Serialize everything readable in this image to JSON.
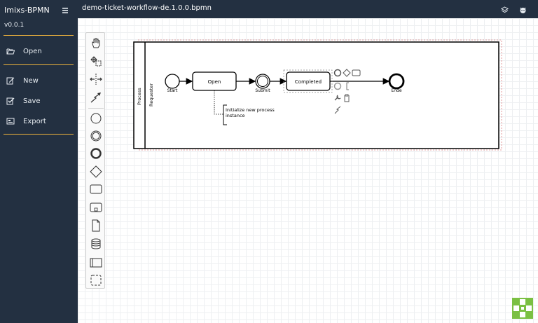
{
  "app": {
    "title": "Imixs-BPMN",
    "version": "v0.0.1",
    "accent_color": "#f0b43c",
    "sidebar_color": "#233041"
  },
  "header": {
    "file_title": "demo-ticket-workflow-de.1.0.0.bpmn",
    "icons": [
      "layers-icon",
      "github-icon"
    ]
  },
  "menu": {
    "open_label": "Open",
    "new_label": "New",
    "save_label": "Save",
    "export_label": "Export"
  },
  "palette": {
    "tools": [
      "hand-tool-icon",
      "lasso-tool-icon",
      "space-tool-icon",
      "connect-tool-icon",
      "start-event-icon",
      "intermediate-event-icon",
      "end-event-icon",
      "gateway-icon",
      "task-icon",
      "subprocess-icon",
      "data-object-icon",
      "data-store-icon",
      "participant-icon",
      "group-icon"
    ]
  },
  "diagram": {
    "pool_label": "Process",
    "lane_label": "Requester",
    "start_label": "Start",
    "task_open": "Open",
    "event_submit": "Submit",
    "task_completed": "Completed",
    "end_label": "Ende",
    "annotation_line1": "Initialize new process",
    "annotation_line2": "instance"
  }
}
